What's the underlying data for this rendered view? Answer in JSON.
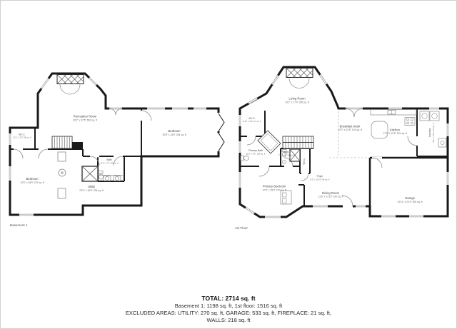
{
  "basement": {
    "label": "Basement 1",
    "recreation": {
      "name": "Recreation Room",
      "dims": "29'2\" x 22'5\" 652 sq. ft"
    },
    "bedroom_right": {
      "name": "Bedroom",
      "dims": "19'8\" x 13'5\" 264 sq. ft"
    },
    "wic": {
      "name": "W.I.C.",
      "dims": "11'1\" x 3'5\" 38 sq. ft"
    },
    "bedroom_left": {
      "name": "Bedroom",
      "dims": "12'8\" x 18'9\" 237 sq. ft"
    },
    "bath": {
      "name": "Bath",
      "dims": "11'4\" x 7'1\" 80 sq. ft"
    },
    "utility": {
      "name": "Utility",
      "dims": "23'5\" x 18'9\" 439 sq. ft"
    }
  },
  "first_floor": {
    "label": "1st Floor",
    "living_room": {
      "name": "Living Room",
      "dims": "19'2\" x 17'4\" 355 sq. ft"
    },
    "wic": {
      "name": "W.I.C.",
      "dims": "8'11\" x 8'2\" 57 sq. ft"
    },
    "breakfast_nook": {
      "name": "Breakfast Nook",
      "dims": "10'0\" x 13'5\" 134 sq. ft"
    },
    "kitchen": {
      "name": "Kitchen",
      "dims": "17'5\" x 10'5\" 181 sq. ft"
    },
    "laundry": {
      "name": "Laundry",
      "dims": "8'8\" x 13'5\" 116 sq. ft"
    },
    "primary_bath": {
      "name": "Primary Bath",
      "dims": "11'6\" x 9'6\" 109 sq. ft"
    },
    "bath": {
      "name": "Bath",
      "dims": "7'1\" x 4'9\" 34 sq. ft"
    },
    "closet": {
      "name": "W.I.C."
    },
    "foyer": {
      "name": "Foyer",
      "dims": "6'2\" x 13'10\" 94 sq. ft"
    },
    "primary_bedroom": {
      "name": "Primary Bedroom",
      "dims": "17'9\" x 15'3\" 270 sq. ft"
    },
    "dining_room": {
      "name": "Dining Room",
      "dims": "11'8\" x 13'10\" 160 sq. ft"
    },
    "garage": {
      "name": "Garage",
      "dims": "21'11\" x 24'4\" 533 sq. ft"
    }
  },
  "summary": {
    "total": "TOTAL: 2714 sq. ft",
    "floors": "Basement 1: 1198 sq. ft, 1st floor: 1516 sq. ft",
    "excluded": "EXCLUDED AREAS: UTILITY: 270 sq. ft, GARAGE: 533 sq. ft, FIREPLACE: 21 sq. ft,",
    "walls": "WALLS: 218 sq. ft"
  },
  "colors": {
    "wall": "#1a1a1a",
    "fixture": "#8a8a8a",
    "window": "#9a9a9a"
  }
}
